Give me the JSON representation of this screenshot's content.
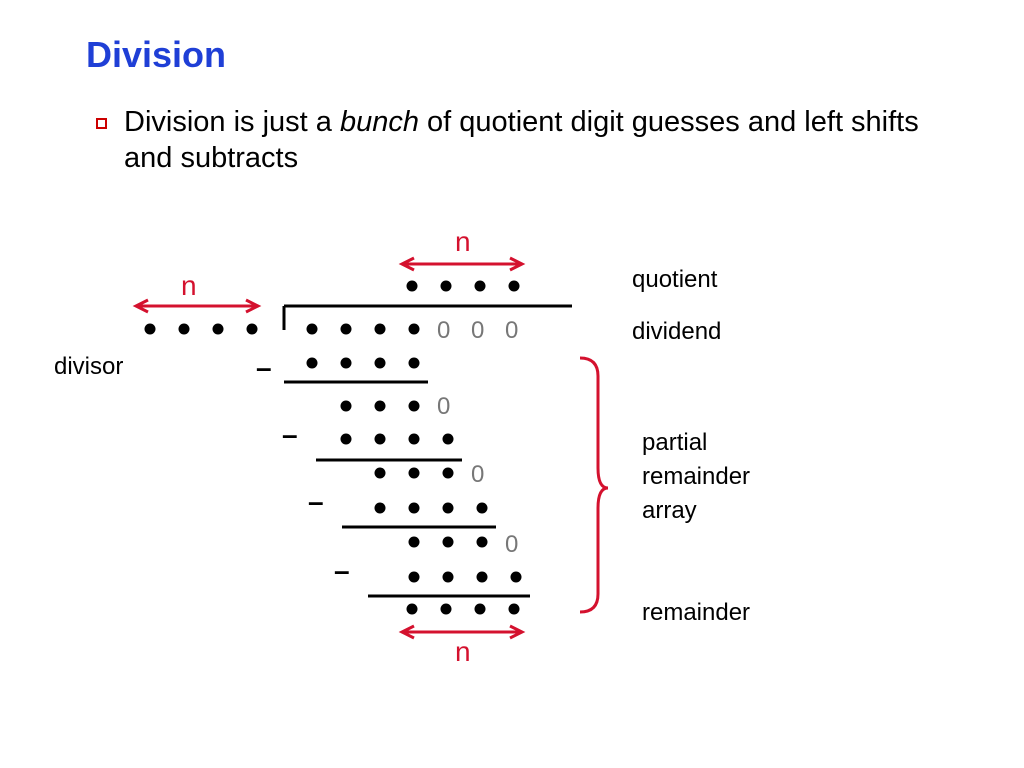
{
  "slide": {
    "title": "Division",
    "bullet_prefix": "Division is just a ",
    "bullet_em": "bunch",
    "bullet_suffix": " of quotient digit guesses and left shifts and subtracts"
  },
  "diagram": {
    "n_label": "n",
    "zero_digit": "0",
    "minus_sign": "–",
    "labels": {
      "quotient": "quotient",
      "dividend": "dividend",
      "divisor": "divisor",
      "partial_line1": "partial",
      "partial_line2": "remainder",
      "partial_line3": "array",
      "remainder": "remainder"
    },
    "accent_color": "#d4112e",
    "title_color": "#1f3fd6"
  }
}
